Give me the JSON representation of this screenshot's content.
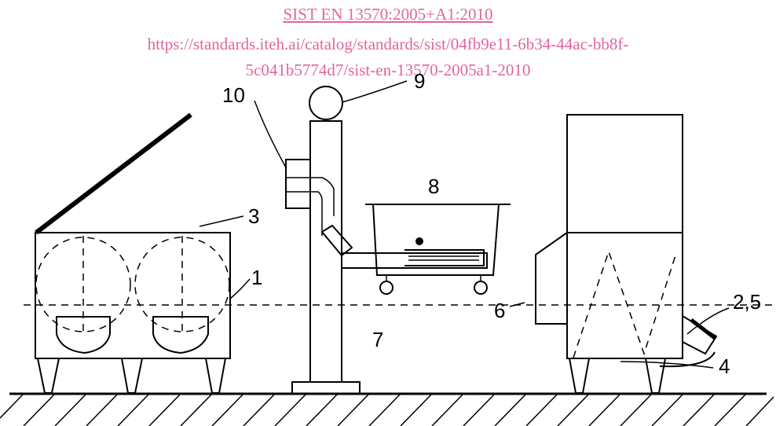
{
  "watermark": {
    "line1": "SIST EN 13570:2005+A1:2010",
    "line2": "https://standards.iteh.ai/catalog/standards/sist/04fb9e11-6b34-44ac-bb8f-",
    "line3": "5c041b5774d7/sist-en-13570-2005a1-2010",
    "color": "#e0669e"
  },
  "labels": {
    "l1": "1",
    "l25": "2,5",
    "l3": "3",
    "l4": "4",
    "l6": "6",
    "l7": "7",
    "l8": "8",
    "l9": "9",
    "l10": "10"
  }
}
